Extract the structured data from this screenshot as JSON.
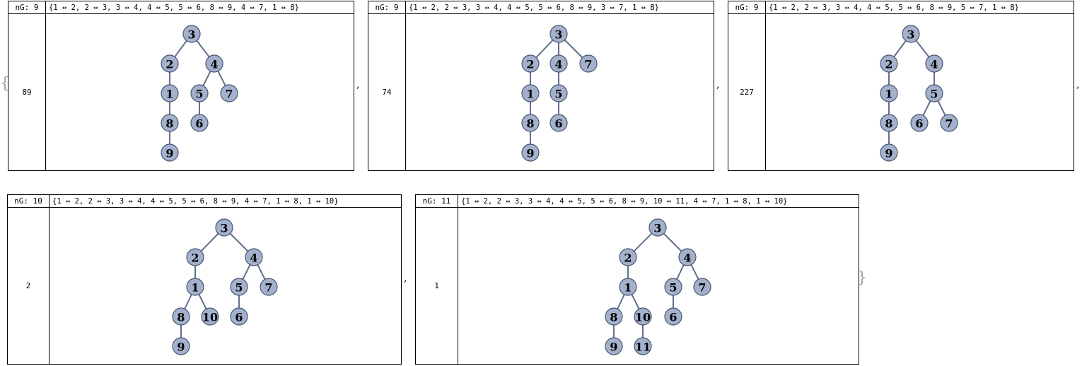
{
  "list": {
    "open_brace": "{",
    "close_brace": "}",
    "separator": ","
  },
  "panels": [
    {
      "ng_label": "nG: 9",
      "edges_text": "{1 ↔ 2, 2 ↔ 3, 3 ↔ 4, 4 ↔ 5, 5 ↔ 6, 8 ↔ 9, 4 ↔ 7, 1 ↔ 8}",
      "count": "89",
      "graph": {
        "nodes": [
          "3",
          "2",
          "4",
          "1",
          "5",
          "7",
          "8",
          "6",
          "9"
        ],
        "edges": [
          [
            "1",
            "2"
          ],
          [
            "2",
            "3"
          ],
          [
            "3",
            "4"
          ],
          [
            "4",
            "5"
          ],
          [
            "5",
            "6"
          ],
          [
            "8",
            "9"
          ],
          [
            "4",
            "7"
          ],
          [
            "1",
            "8"
          ]
        ]
      }
    },
    {
      "ng_label": "nG: 9",
      "edges_text": "{1 ↔ 2, 2 ↔ 3, 3 ↔ 4, 4 ↔ 5, 5 ↔ 6, 8 ↔ 9, 3 ↔ 7, 1 ↔ 8}",
      "count": "74",
      "graph": {
        "nodes": [
          "3",
          "2",
          "4",
          "7",
          "1",
          "5",
          "8",
          "6",
          "9"
        ],
        "edges": [
          [
            "1",
            "2"
          ],
          [
            "2",
            "3"
          ],
          [
            "3",
            "4"
          ],
          [
            "4",
            "5"
          ],
          [
            "5",
            "6"
          ],
          [
            "8",
            "9"
          ],
          [
            "3",
            "7"
          ],
          [
            "1",
            "8"
          ]
        ]
      }
    },
    {
      "ng_label": "nG: 9",
      "edges_text": "{1 ↔ 2, 2 ↔ 3, 3 ↔ 4, 4 ↔ 5, 5 ↔ 6, 8 ↔ 9, 5 ↔ 7, 1 ↔ 8}",
      "count": "227",
      "graph": {
        "nodes": [
          "3",
          "2",
          "4",
          "1",
          "5",
          "8",
          "6",
          "7",
          "9"
        ],
        "edges": [
          [
            "1",
            "2"
          ],
          [
            "2",
            "3"
          ],
          [
            "3",
            "4"
          ],
          [
            "4",
            "5"
          ],
          [
            "5",
            "6"
          ],
          [
            "8",
            "9"
          ],
          [
            "5",
            "7"
          ],
          [
            "1",
            "8"
          ]
        ]
      }
    },
    {
      "ng_label": "nG: 10",
      "edges_text": "{1 ↔ 2, 2 ↔ 3, 3 ↔ 4, 4 ↔ 5, 5 ↔ 6, 8 ↔ 9, 4 ↔ 7, 1 ↔ 8, 1 ↔ 10}",
      "count": "2",
      "graph": {
        "nodes": [
          "3",
          "2",
          "4",
          "1",
          "5",
          "7",
          "8",
          "10",
          "6",
          "9"
        ],
        "edges": [
          [
            "1",
            "2"
          ],
          [
            "2",
            "3"
          ],
          [
            "3",
            "4"
          ],
          [
            "4",
            "5"
          ],
          [
            "5",
            "6"
          ],
          [
            "8",
            "9"
          ],
          [
            "4",
            "7"
          ],
          [
            "1",
            "8"
          ],
          [
            "1",
            "10"
          ]
        ]
      }
    },
    {
      "ng_label": "nG: 11",
      "edges_text": "{1 ↔ 2, 2 ↔ 3, 3 ↔ 4, 4 ↔ 5, 5 ↔ 6, 8 ↔ 9, 10 ↔ 11, 4 ↔ 7, 1 ↔ 8, 1 ↔ 10}",
      "count": "1",
      "graph": {
        "nodes": [
          "3",
          "2",
          "4",
          "1",
          "5",
          "7",
          "8",
          "10",
          "6",
          "9",
          "11"
        ],
        "edges": [
          [
            "1",
            "2"
          ],
          [
            "2",
            "3"
          ],
          [
            "3",
            "4"
          ],
          [
            "4",
            "5"
          ],
          [
            "5",
            "6"
          ],
          [
            "8",
            "9"
          ],
          [
            "10",
            "11"
          ],
          [
            "4",
            "7"
          ],
          [
            "1",
            "8"
          ],
          [
            "1",
            "10"
          ]
        ]
      }
    }
  ]
}
